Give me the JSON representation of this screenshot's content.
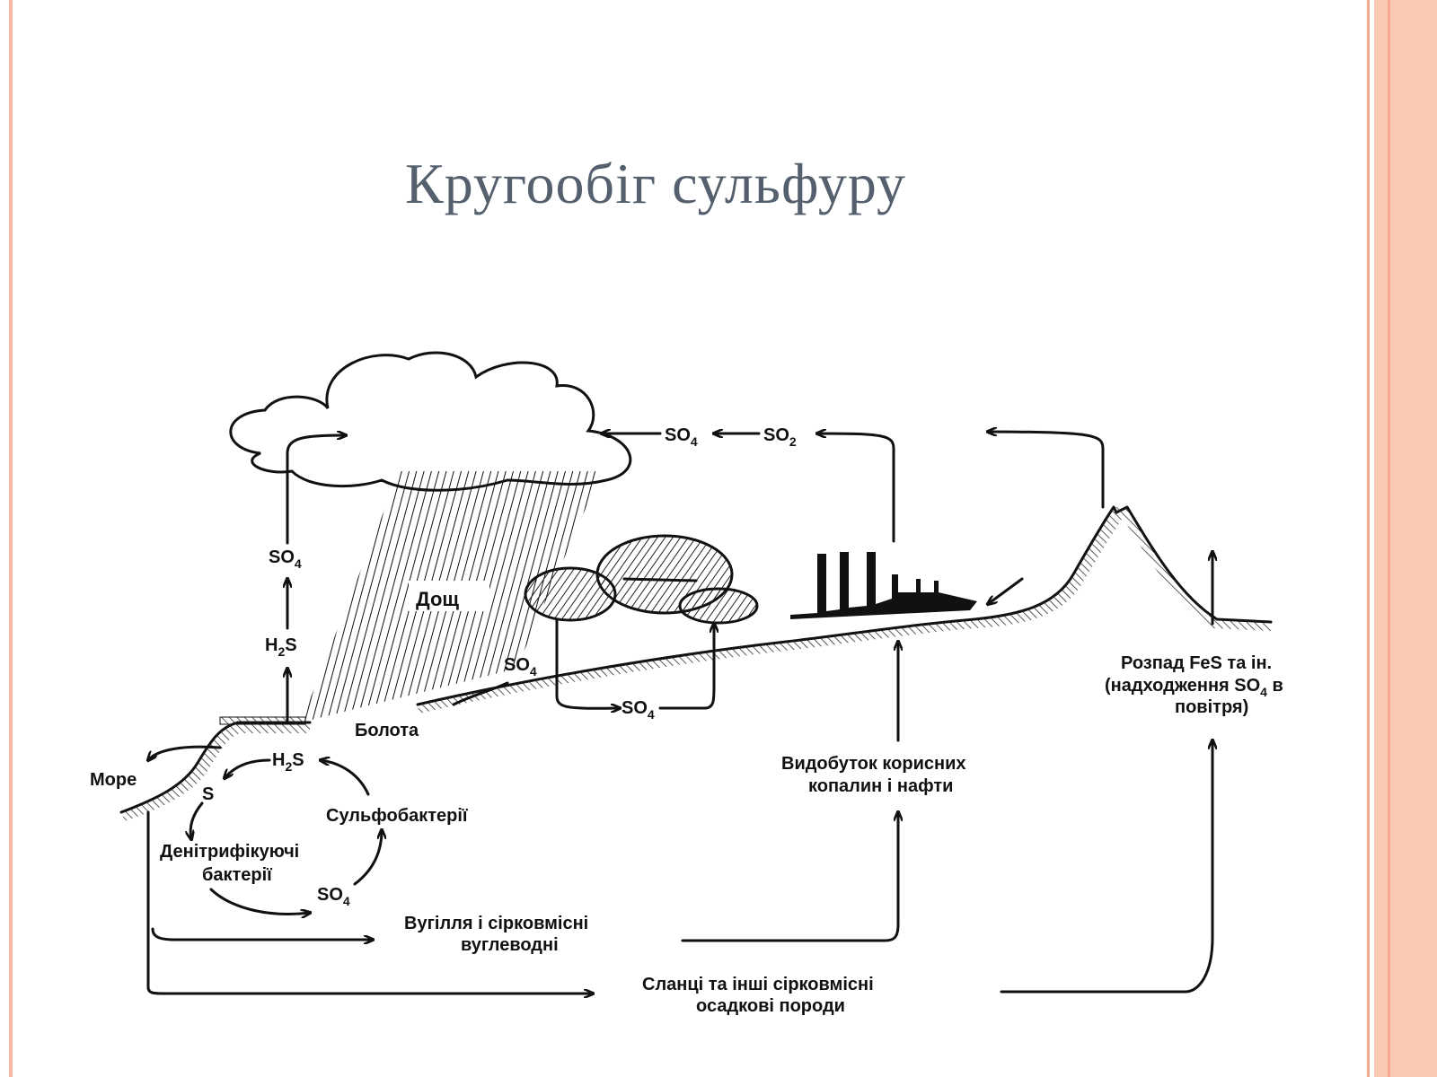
{
  "slide": {
    "title": "Кругообіг сульфуру",
    "accent_color": "#f6b9a3"
  },
  "diagram": {
    "labels": {
      "rain": "Дощ",
      "sea": "Море",
      "swamp": "Болота",
      "so4_up": "SO",
      "so4_up_sub": "4",
      "h2s_up_1": "H",
      "h2s_up_sub": "2",
      "h2s_up_2": "S",
      "so4_top": "SO",
      "so4_top_sub": "4",
      "so2_top": "SO",
      "so2_top_sub": "2",
      "so4_slope": "SO",
      "so4_slope_sub": "4",
      "so4_bottom": "SO",
      "so4_bottom_sub": "4",
      "h2s_cycle_1": "H",
      "h2s_cycle_sub": "2",
      "h2s_cycle_2": "S",
      "s_cycle": "S",
      "so4_cycle": "SO",
      "so4_cycle_sub": "4",
      "sulfobacteria": "Сульфобактерії",
      "denitrifying_1": "Денітрифікуючі",
      "denitrifying_2": "бактерії",
      "mining_1": "Видобуток корисних",
      "mining_2": "копалин і нафти",
      "fes_1": "Розпад FeS та ін.",
      "fes_2a": "(надходження SO",
      "fes_2_sub": "4",
      "fes_2b": " в",
      "fes_3": "повітря)",
      "coal_1": "Вугілля і сірковмісні",
      "coal_2": "вуглеводні",
      "shale_1": "Сланці та інші сірковмісні",
      "shale_2": "осадкові породи"
    }
  }
}
